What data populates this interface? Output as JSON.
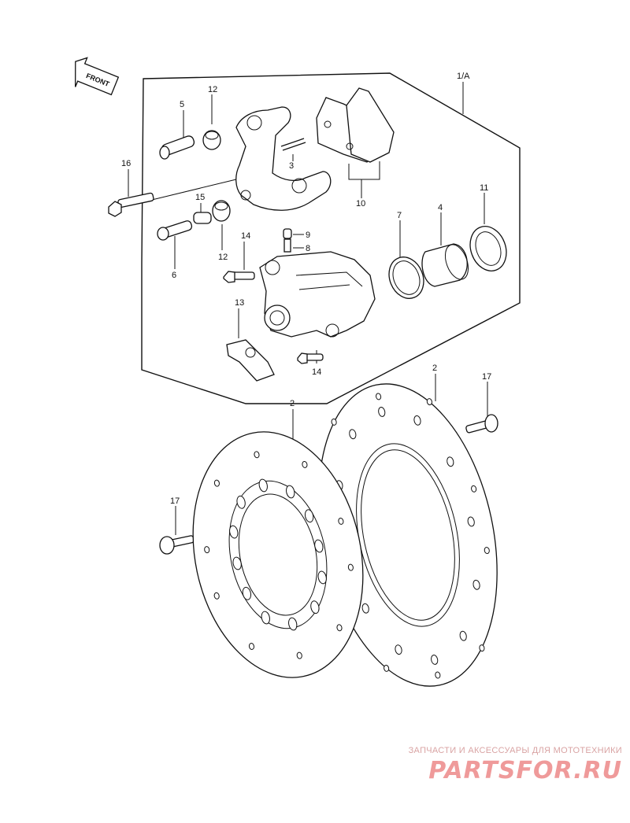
{
  "front_arrow": {
    "label": "FRONT"
  },
  "callouts": {
    "c1A": "1/A",
    "c2a": "2",
    "c2b": "2",
    "c3": "3",
    "c4": "4",
    "c5": "5",
    "c6": "6",
    "c7": "7",
    "c8": "8",
    "c9": "9",
    "c10": "10",
    "c11": "11",
    "c12a": "12",
    "c12b": "12",
    "c13": "13",
    "c14a": "14",
    "c14b": "14",
    "c15": "15",
    "c16": "16",
    "c17a": "17",
    "c17b": "17"
  },
  "watermark": {
    "subtitle": "ЗАПЧАСТИ И АКСЕССУАРЫ ДЛЯ МОТОТЕХНИКИ",
    "logo": "PARTSFOR.RU",
    "color": "#ef9a9a"
  }
}
